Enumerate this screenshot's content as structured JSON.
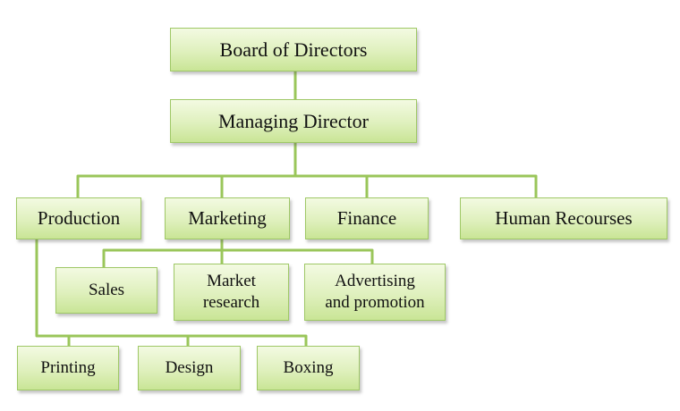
{
  "diagram": {
    "board": "Board of Directors",
    "managing_director": "Managing Director",
    "departments": {
      "production": "Production",
      "marketing": "Marketing",
      "finance": "Finance",
      "human_resources": "Human Recourses"
    },
    "marketing_units": {
      "sales": "Sales",
      "market_research_line1": "Market",
      "market_research_line2": "research",
      "advertising_line1": "Advertising",
      "advertising_line2": "and promotion"
    },
    "production_units": {
      "printing": "Printing",
      "design": "Design",
      "boxing": "Boxing"
    },
    "colors": {
      "box_fill_top": "#f3fae2",
      "box_fill_bottom": "#c9e596",
      "box_border": "#9fc866",
      "connector": "#9ac65a"
    }
  }
}
